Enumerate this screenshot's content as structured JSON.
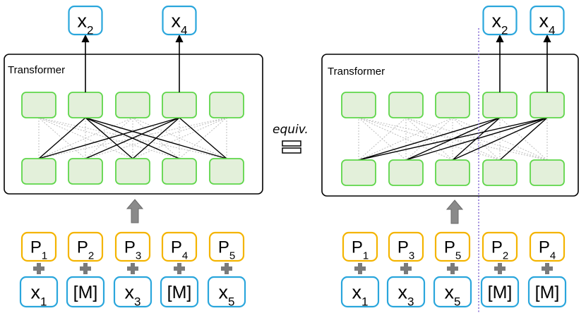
{
  "left": {
    "block_label": "Transformer",
    "inputs": [
      {
        "base": "x",
        "sub": "1"
      },
      {
        "base": "[M]",
        "sub": ""
      },
      {
        "base": "x",
        "sub": "3"
      },
      {
        "base": "[M]",
        "sub": ""
      },
      {
        "base": "x",
        "sub": "5"
      }
    ],
    "positions": [
      {
        "base": "P",
        "sub": "1"
      },
      {
        "base": "P",
        "sub": "2"
      },
      {
        "base": "P",
        "sub": "3"
      },
      {
        "base": "P",
        "sub": "4"
      },
      {
        "base": "P",
        "sub": "5"
      }
    ],
    "outputs": [
      {
        "base": "x",
        "sub": "2",
        "column": 1
      },
      {
        "base": "x",
        "sub": "4",
        "column": 3
      }
    ]
  },
  "right": {
    "block_label": "Transformer",
    "inputs": [
      {
        "base": "x",
        "sub": "1"
      },
      {
        "base": "x",
        "sub": "3"
      },
      {
        "base": "x",
        "sub": "5"
      },
      {
        "base": "[M]",
        "sub": ""
      },
      {
        "base": "[M]",
        "sub": ""
      }
    ],
    "positions": [
      {
        "base": "P",
        "sub": "1"
      },
      {
        "base": "P",
        "sub": "3"
      },
      {
        "base": "P",
        "sub": "5"
      },
      {
        "base": "P",
        "sub": "2"
      },
      {
        "base": "P",
        "sub": "4"
      }
    ],
    "outputs": [
      {
        "base": "x",
        "sub": "2",
        "column": 3
      },
      {
        "base": "x",
        "sub": "4",
        "column": 4
      }
    ]
  },
  "equiv_label": "equiv.",
  "colors": {
    "node_fill": "#e3f0da",
    "node_stroke": "#5fd64a",
    "position_stroke": "#f4b400",
    "token_stroke": "#2aa6dc",
    "plus": "#7a7a7a",
    "arrow_gray": "#8a8a8a",
    "separator": "#7b5fd0"
  }
}
